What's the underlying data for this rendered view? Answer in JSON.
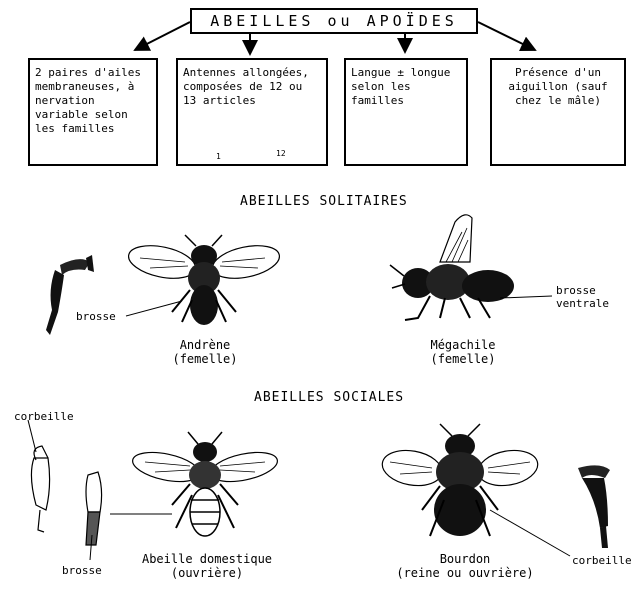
{
  "title": "ABEILLES ou APOÏDES",
  "features": [
    {
      "text": "2 paires d'ailes membraneuses, à nervation variable selon les familles"
    },
    {
      "text": "Antennes allongées, composées de 12 ou 13 articles",
      "marks": [
        "1",
        "12"
      ]
    },
    {
      "text": "Langue ± longue selon les familles"
    },
    {
      "text": "Présence d'un aiguillon (sauf chez le mâle)"
    }
  ],
  "solitary": {
    "heading": "ABEILLES SOLITAIRES",
    "andrena": {
      "name": "Andrène",
      "sex": "(femelle)",
      "label": "brosse"
    },
    "megachile": {
      "name": "Mégachile",
      "sex": "(femelle)",
      "label": "brosse ventrale"
    }
  },
  "social": {
    "heading": "ABEILLES SOCIALES",
    "apis": {
      "name": "Abeille domestique",
      "caste": "(ouvrière)",
      "label_top": "corbeille",
      "label_bottom": "brosse"
    },
    "bombus": {
      "name": "Bourdon",
      "caste": "(reine ou ouvrière)",
      "label": "corbeille"
    }
  }
}
